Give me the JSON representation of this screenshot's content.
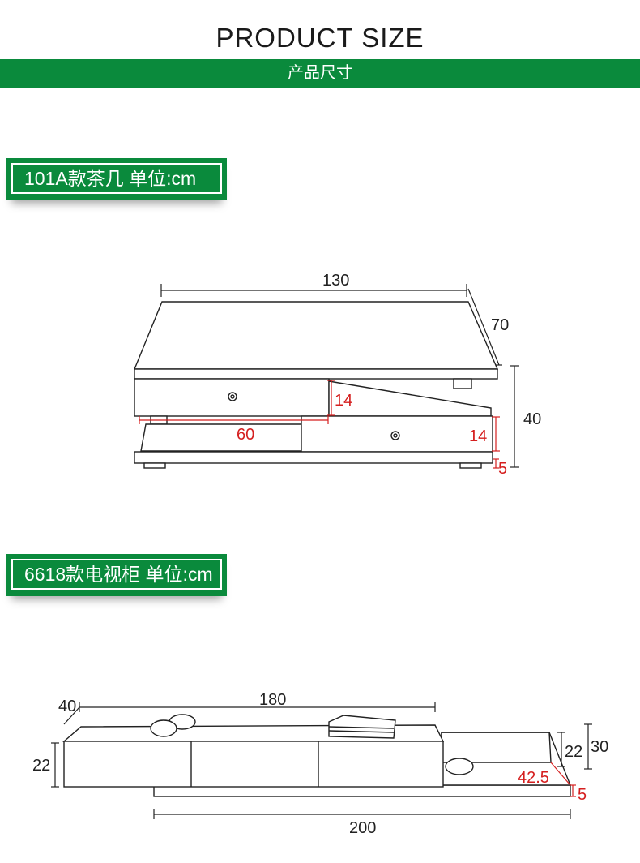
{
  "header": {
    "title": "PRODUCT SIZE",
    "subtitle": "产品尺寸"
  },
  "colors": {
    "banner_green": "#0a8a3c",
    "dimension_red": "#d51f1f",
    "line_dark": "#222222"
  },
  "section1": {
    "label": "101A款茶几  单位:cm",
    "dims": {
      "length": "130",
      "depth": "70",
      "height": "40",
      "drawer_upper": "14",
      "drawer_width": "60",
      "drawer_lower": "14",
      "leg": "5"
    }
  },
  "section2": {
    "label": "6618款电视柜  单位:cm",
    "dims": {
      "depth": "40",
      "length": "180",
      "height_left": "22",
      "height_right_inner": "22",
      "height_right_total": "30",
      "shelf": "42.5",
      "base": "5",
      "extended_length": "200"
    }
  }
}
